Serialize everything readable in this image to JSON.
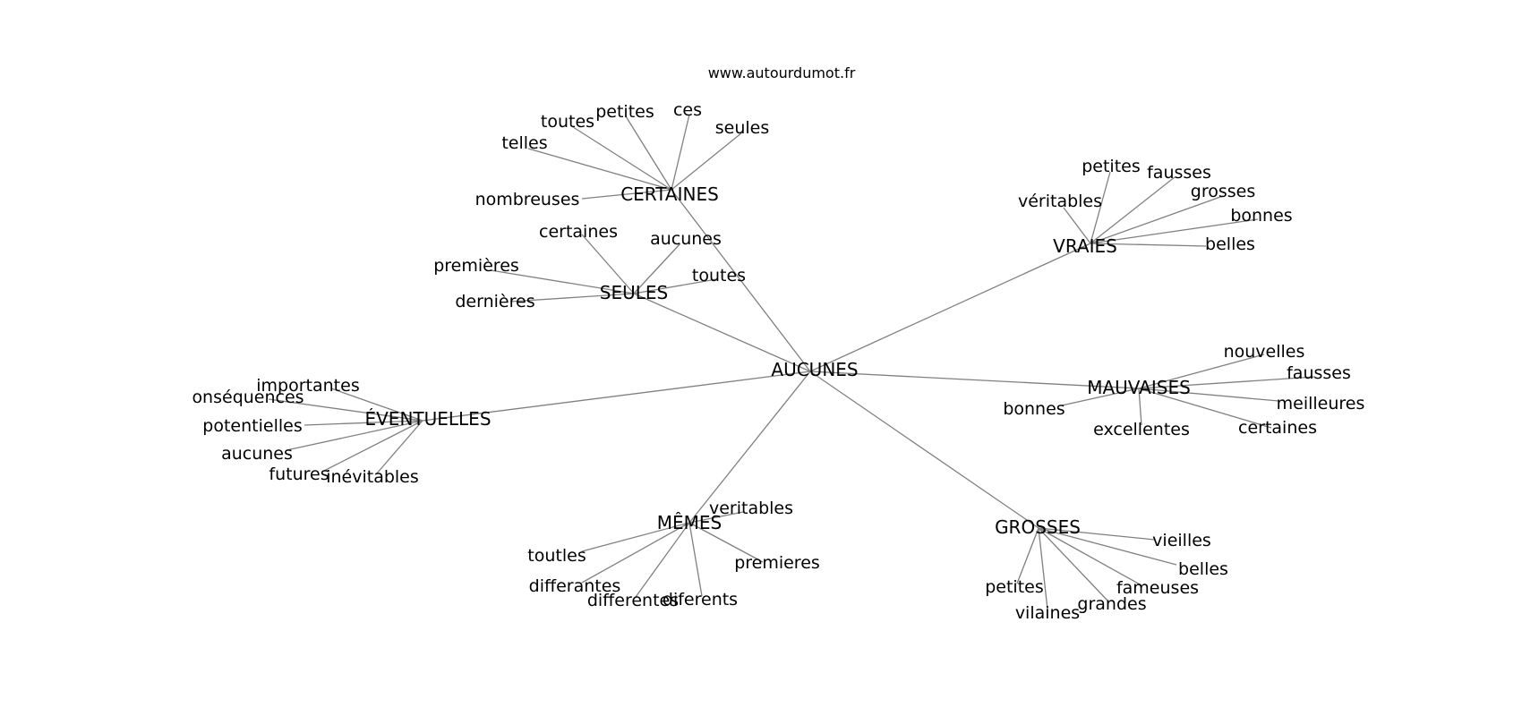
{
  "site": "www.autourdumot.fr",
  "center": {
    "id": "c",
    "label": "AUCUNES"
  },
  "groups": [
    {
      "id": "certaines",
      "label": "CERTAINES",
      "leaves": [
        "toutes",
        "petites",
        "ces",
        "seules",
        "telles",
        "nombreuses"
      ]
    },
    {
      "id": "seules",
      "label": "SEULES",
      "leaves": [
        "certaines",
        "aucunes",
        "premières",
        "toutes",
        "dernières"
      ]
    },
    {
      "id": "vraies",
      "label": "VRAIES",
      "leaves": [
        "petites",
        "fausses",
        "véritables",
        "grosses",
        "bonnes",
        "belles"
      ]
    },
    {
      "id": "mauvaises",
      "label": "MAUVAISES",
      "leaves": [
        "nouvelles",
        "fausses",
        "meilleures",
        "bonnes",
        "excellentes",
        "certaines"
      ]
    },
    {
      "id": "eventuelles",
      "label": "ÉVENTUELLES",
      "leaves": [
        "importantes",
        "onséquences",
        "potentielles",
        "aucunes",
        "futures",
        "inévitables"
      ]
    },
    {
      "id": "memes",
      "label": "MÊMES",
      "leaves": [
        "veritables",
        "toutles",
        "premieres",
        "differantes",
        "differentes",
        "diferents"
      ]
    },
    {
      "id": "grosses",
      "label": "GROSSES",
      "leaves": [
        "vieilles",
        "belles",
        "fameuses",
        "petites",
        "grandes",
        "vilaines"
      ]
    }
  ]
}
